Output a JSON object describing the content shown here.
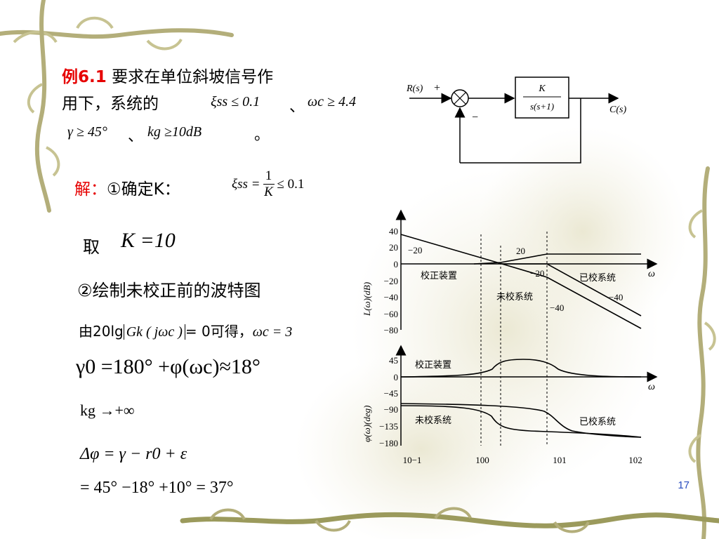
{
  "slide": {
    "example_label": "例6.1",
    "problem_line1": "要求在单位斜坡信号作",
    "problem_line2": "用下，系统的",
    "spec_ess": "ξss ≤ 0.1",
    "sep1": "、",
    "spec_wc": "ωc ≥ 4.4",
    "spec_gamma": "γ ≥ 45°",
    "sep2": "、",
    "spec_kg": "kg ≥10dB",
    "period": "。",
    "solution_label": "解：",
    "step1": "①确定K：",
    "step1_formula_lhs": "ξss =",
    "step1_frac_num": "1",
    "step1_frac_den": "K",
    "step1_formula_rhs": "≤ 0.1",
    "take_label": "取",
    "take_value": "K =10",
    "step2": "②绘制未校正前的波特图",
    "derive_prefix": "由20lg",
    "derive_abs": "Gk ( jωc )",
    "derive_mid": "= 0可得，",
    "derive_result": "ωc = 3",
    "gamma0": "γ0 =180° +φ(ωc)≈18°",
    "kg_line": "kg →+∞",
    "delta_phi": "Δφ = γ − r0 + ε",
    "final_sum": "= 45° −18° +10° = 37°",
    "slide_number": "17"
  },
  "block_diagram": {
    "input": "R(s)",
    "plus": "+",
    "minus": "−",
    "tf_num": "K",
    "tf_den": "s(s+1)",
    "output": "C(s)"
  },
  "bode": {
    "mag_axis_label": "L(ω)(dB)",
    "mag_ticks": [
      "40",
      "20",
      "0",
      "−20",
      "−40",
      "−60",
      "−80"
    ],
    "phase_axis_label": "φ(ω)(deg)",
    "phase_ticks": [
      "45",
      "0",
      "−45",
      "−90",
      "−135",
      "−180"
    ],
    "omega": "ω",
    "freq_ticks": [
      "10−1",
      "100",
      "101",
      "102"
    ],
    "slope_labels": [
      "−20",
      "20",
      "−20",
      "−40",
      "−40"
    ],
    "mag_curve_labels": [
      "校正装置",
      "未校系统",
      "已校系统"
    ],
    "phase_curve_labels": [
      "校正装置",
      "未校系统",
      "已校系统"
    ]
  },
  "colors": {
    "accent_red": "#e60000",
    "slide_number": "#2a4dbf",
    "vine": "#9b9a5c"
  }
}
